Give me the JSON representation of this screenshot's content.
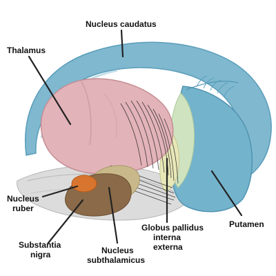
{
  "diagram": {
    "labels": {
      "nucleus_caudatus": "Nucleus caudatus",
      "thalamus": "Thalamus",
      "nucleus_ruber_1": "Nucleus",
      "nucleus_ruber_2": "ruber",
      "substantia_nigra_1": "Substantia",
      "substantia_nigra_2": "nigra",
      "nucleus_subthalamicus_1": "Nucleus",
      "nucleus_subthalamicus_2": "subthalamicus",
      "globus_pallidus_1": "Globus pallidus",
      "globus_pallidus_2": "interna",
      "globus_pallidus_3": "externa",
      "putamen": "Putamen"
    },
    "colors": {
      "caudate": "#7fb8cf",
      "caudate_dark": "#4f93b0",
      "putamen": "#74b3cc",
      "thalamus": "#e2b3b8",
      "thalamus_dark": "#c48d94",
      "globus_externa": "#cfe3c0",
      "globus_interna": "#e8e7b8",
      "nucleus_ruber": "#d7752e",
      "substantia_nigra": "#8a6a48",
      "nucleus_subthalamicus": "#c9b98a",
      "brainstem": "#d9d9d9",
      "leader_line": "#222222"
    }
  }
}
